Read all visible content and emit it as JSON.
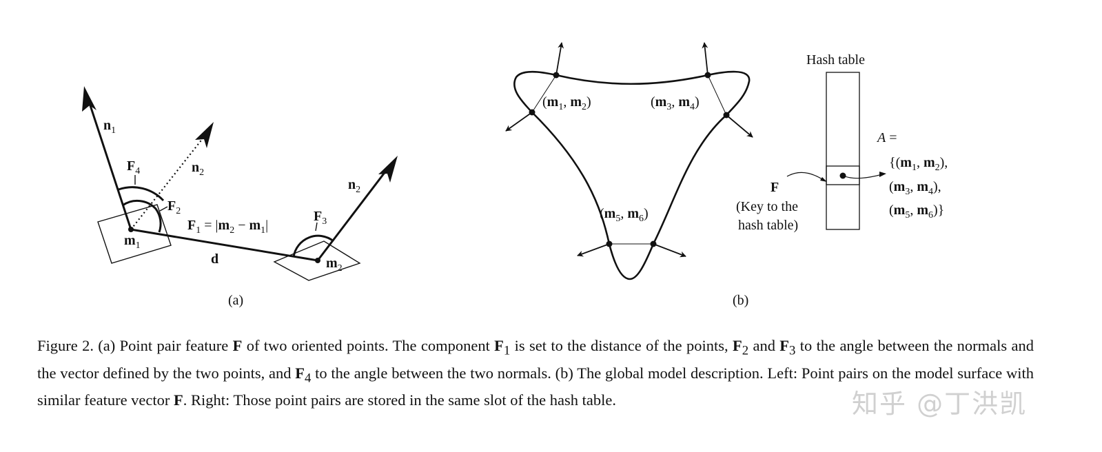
{
  "panel_a": {
    "label_n1": "n",
    "label_n1_sub": "1",
    "label_n2_dotted": "n",
    "label_n2_dotted_sub": "2",
    "label_n2": "n",
    "label_n2_sub": "2",
    "label_F4": "F",
    "label_F4_sub": "4",
    "label_F2": "F",
    "label_F2_sub": "2",
    "label_F3": "F",
    "label_F3_sub": "3",
    "label_F1_F": "F",
    "label_F1_sub": "1",
    "label_F1_eq": " = |",
    "label_F1_m2": "m",
    "label_F1_m2_sub": "2",
    "label_F1_minus": " − ",
    "label_F1_m1": "m",
    "label_F1_m1_sub": "1",
    "label_F1_bar": "|",
    "label_m1": "m",
    "label_m1_sub": "1",
    "label_m2": "m",
    "label_m2_sub": "2",
    "label_d": "d",
    "caption": "(a)"
  },
  "panel_b": {
    "pair_12": {
      "open": "(",
      "a": "m",
      "a_sub": "1",
      "comma": ", ",
      "b": "m",
      "b_sub": "2",
      "close": ")"
    },
    "pair_34": {
      "open": "(",
      "a": "m",
      "a_sub": "3",
      "comma": ", ",
      "b": "m",
      "b_sub": "4",
      "close": ")"
    },
    "pair_56": {
      "open": "(",
      "a": "m",
      "a_sub": "5",
      "comma": ", ",
      "b": "m",
      "b_sub": "6",
      "close": ")"
    },
    "hash_table_title": "Hash table",
    "key_F": "F",
    "key_line1": "(Key to the",
    "key_line2": "hash table)",
    "set_A": "A",
    "set_eq": " =",
    "set_line1": {
      "open": "{(",
      "a": "m",
      "a_sub": "1",
      "comma": ", ",
      "b": "m",
      "b_sub": "2",
      "close": "),"
    },
    "set_line2": {
      "open": "(",
      "a": "m",
      "a_sub": "3",
      "comma": ", ",
      "b": "m",
      "b_sub": "4",
      "close": "),"
    },
    "set_line3": {
      "open": "(",
      "a": "m",
      "a_sub": "5",
      "comma": ", ",
      "b": "m",
      "b_sub": "6",
      "close": ")}"
    },
    "caption": "(b)"
  },
  "caption": {
    "s1": "Figure 2. (a) Point pair feature ",
    "s2": "F",
    "s3": " of two oriented points. The component ",
    "s4": "F",
    "s4_sub": "1",
    "s5": " is set to the distance of the points, ",
    "s6": "F",
    "s6_sub": "2",
    "s7": " and ",
    "s8": "F",
    "s8_sub": "3",
    "s9": " to the angle between the normals and the vector defined by the two points, and ",
    "s10": "F",
    "s10_sub": "4",
    "s11": " to the angle between the two normals. (b) The global model description. Left: Point pairs on the model surface with similar feature vector ",
    "s12": "F",
    "s13": ". Right: Those point pairs are stored in the same slot of the hash table."
  },
  "watermark": "知乎 @丁洪凯"
}
